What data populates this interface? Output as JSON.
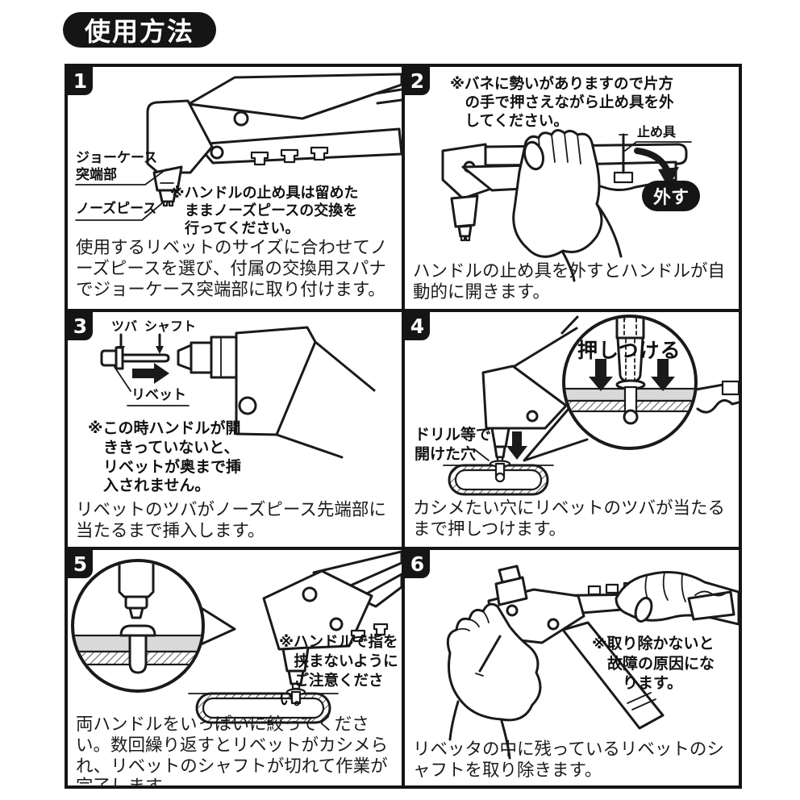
{
  "title": "使用方法",
  "colors": {
    "ink": "#1a1a1a",
    "badge_black": "#151515",
    "plate_gray": "#d9d9d9"
  },
  "panels": [
    {
      "number": "1",
      "labels": {
        "jaw_case": "ジョーケース\n突端部",
        "nose_piece": "ノーズピース"
      },
      "note": "※ハンドルの止め具は留めた\n　ままノーズピースの交換を\n　行ってください。",
      "caption": "使用するリベットのサイズに合わせてノーズピースを選び、付属の交換用スパナでジョーケース突端部に取り付けます。"
    },
    {
      "number": "2",
      "labels": {
        "stopper": "止め具",
        "action_badge": "外す"
      },
      "note": "※バネに勢いがありますので片方\n　の手で押さえながら止め具を外\n　してください。",
      "caption": "ハンドルの止め具を外すとハンドルが自動的に開きます。"
    },
    {
      "number": "3",
      "labels": {
        "flange": "ツバ",
        "shaft": "シャフト",
        "rivet": "リベット"
      },
      "note": "※この時ハンドルが開\n　ききっていないと、\n　リベットが奥まで挿\n　入されません。",
      "caption": "リベットのツバがノーズピース先端部に当たるまで挿入します。"
    },
    {
      "number": "4",
      "labels": {
        "press": "押しつける",
        "drilled_hole": "ドリル等で\n開けた穴"
      },
      "caption": "カシメたい穴にリベットのツバが当たるまで押しつけます。"
    },
    {
      "number": "5",
      "note": "※ハンドルで指を\n　挟まないように\n　ご注意ください。",
      "caption": "両ハンドルをいっぱいに絞ってください。数回繰り返すとリベットがカシメられ、リベットのシャフトが切れて作業が完了します。"
    },
    {
      "number": "6",
      "note": "※取り除かないと\n　故障の原因にな\n　　ります。",
      "caption": "リベッタの中に残っているリベットのシャフトを取り除きます。"
    }
  ]
}
